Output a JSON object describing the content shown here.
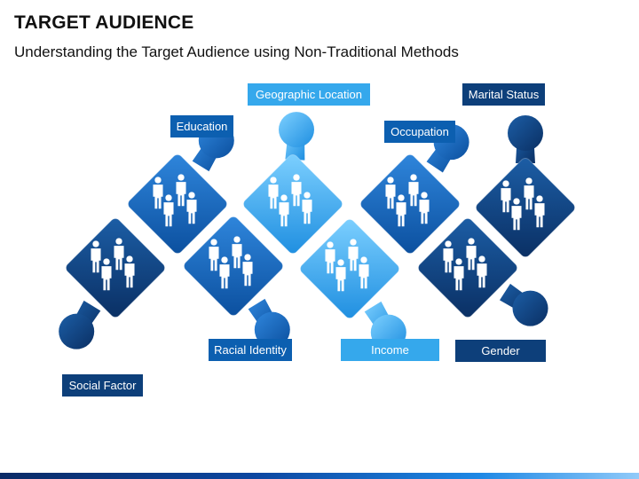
{
  "title": "TARGET AUDIENCE",
  "subtitle": "Understanding the Target Audience using Non-Traditional Methods",
  "colors": {
    "navy": "#0d3f7a",
    "medium": "#0c5fb0",
    "light": "#35a8ec",
    "label_light": "#35a8ec",
    "bottom_bar": "#0d47a1"
  },
  "pieces": [
    {
      "id": "social-factor",
      "label": "Social Factor",
      "tone": "navy",
      "icon": "people-group-icon"
    },
    {
      "id": "education",
      "label": "Education",
      "tone": "medium",
      "icon": "people-group-icon"
    },
    {
      "id": "racial-identity",
      "label": "Racial Identity",
      "tone": "medium",
      "icon": "people-group-icon"
    },
    {
      "id": "geographic-location",
      "label": "Geographic Location",
      "tone": "light",
      "icon": "people-group-icon"
    },
    {
      "id": "income",
      "label": "Income",
      "tone": "light",
      "icon": "people-group-icon"
    },
    {
      "id": "occupation",
      "label": "Occupation",
      "tone": "medium",
      "icon": "people-group-icon"
    },
    {
      "id": "gender",
      "label": "Gender",
      "tone": "navy",
      "icon": "people-group-icon"
    },
    {
      "id": "marital-status",
      "label": "Marital Status",
      "tone": "navy",
      "icon": "people-group-icon"
    }
  ]
}
